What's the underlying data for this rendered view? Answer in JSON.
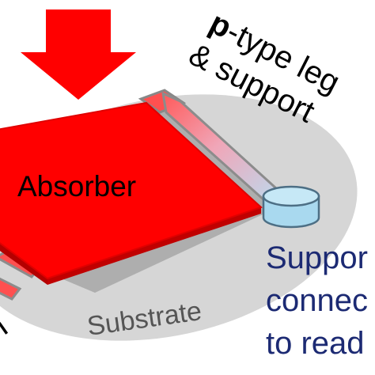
{
  "labels": {
    "absorber": "Absorber",
    "substrate": "Substrate",
    "ptype_line1_bold": "p",
    "ptype_line1_rest": "-type leg",
    "ptype_line2": "& support",
    "support_line1": "Suppor",
    "support_line2": "connec",
    "support_line3": "to read",
    "left_fragment": "n"
  },
  "colors": {
    "absorber": "#ff0000",
    "absorber_edge": "#e00000",
    "arrow": "#ff0000",
    "leg_frame": "#ff5050",
    "leg_frame_edge": "#8c8c8c",
    "substrate": "#d6d6d6",
    "shadow": "#8e8e8e",
    "post_top": "#c6e8f6",
    "post_side": "#a9d9ef",
    "post_edge": "#4d6f85",
    "ptype_text": "#000000",
    "substrate_text": "#555555",
    "support_text": "#1c2a73"
  }
}
